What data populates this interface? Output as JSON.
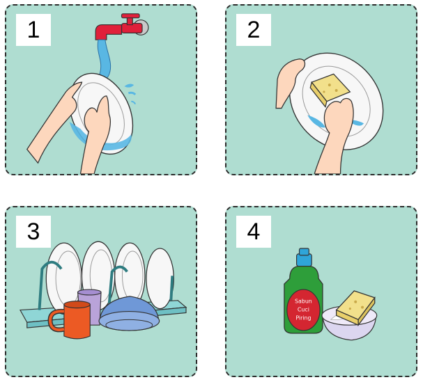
{
  "colors": {
    "card_background": "#afddd1",
    "border": "#2b2b2b",
    "water": "#59b7e3",
    "skin": "#fdd7bd",
    "faucet": "#e0203a",
    "plate": "#f7f7f7",
    "sponge": "#f2e08b",
    "rack": "#8fd6d6",
    "bottle": "#2e9e3a",
    "bottle_cap": "#2fa5d9",
    "label": "#d42631",
    "mug": "#ec5a24",
    "bowl": "#6f98d7",
    "cup": "#b9a3d9"
  },
  "panels": [
    {
      "number": "1",
      "scene": "rinsing-plate-under-faucet"
    },
    {
      "number": "2",
      "scene": "scrubbing-plate-with-sponge"
    },
    {
      "number": "3",
      "scene": "dishes-drying-on-rack"
    },
    {
      "number": "4",
      "scene": "dish-soap-and-sponge",
      "soap_label": [
        "Sabun",
        "Cuci",
        "Piring"
      ]
    }
  ]
}
